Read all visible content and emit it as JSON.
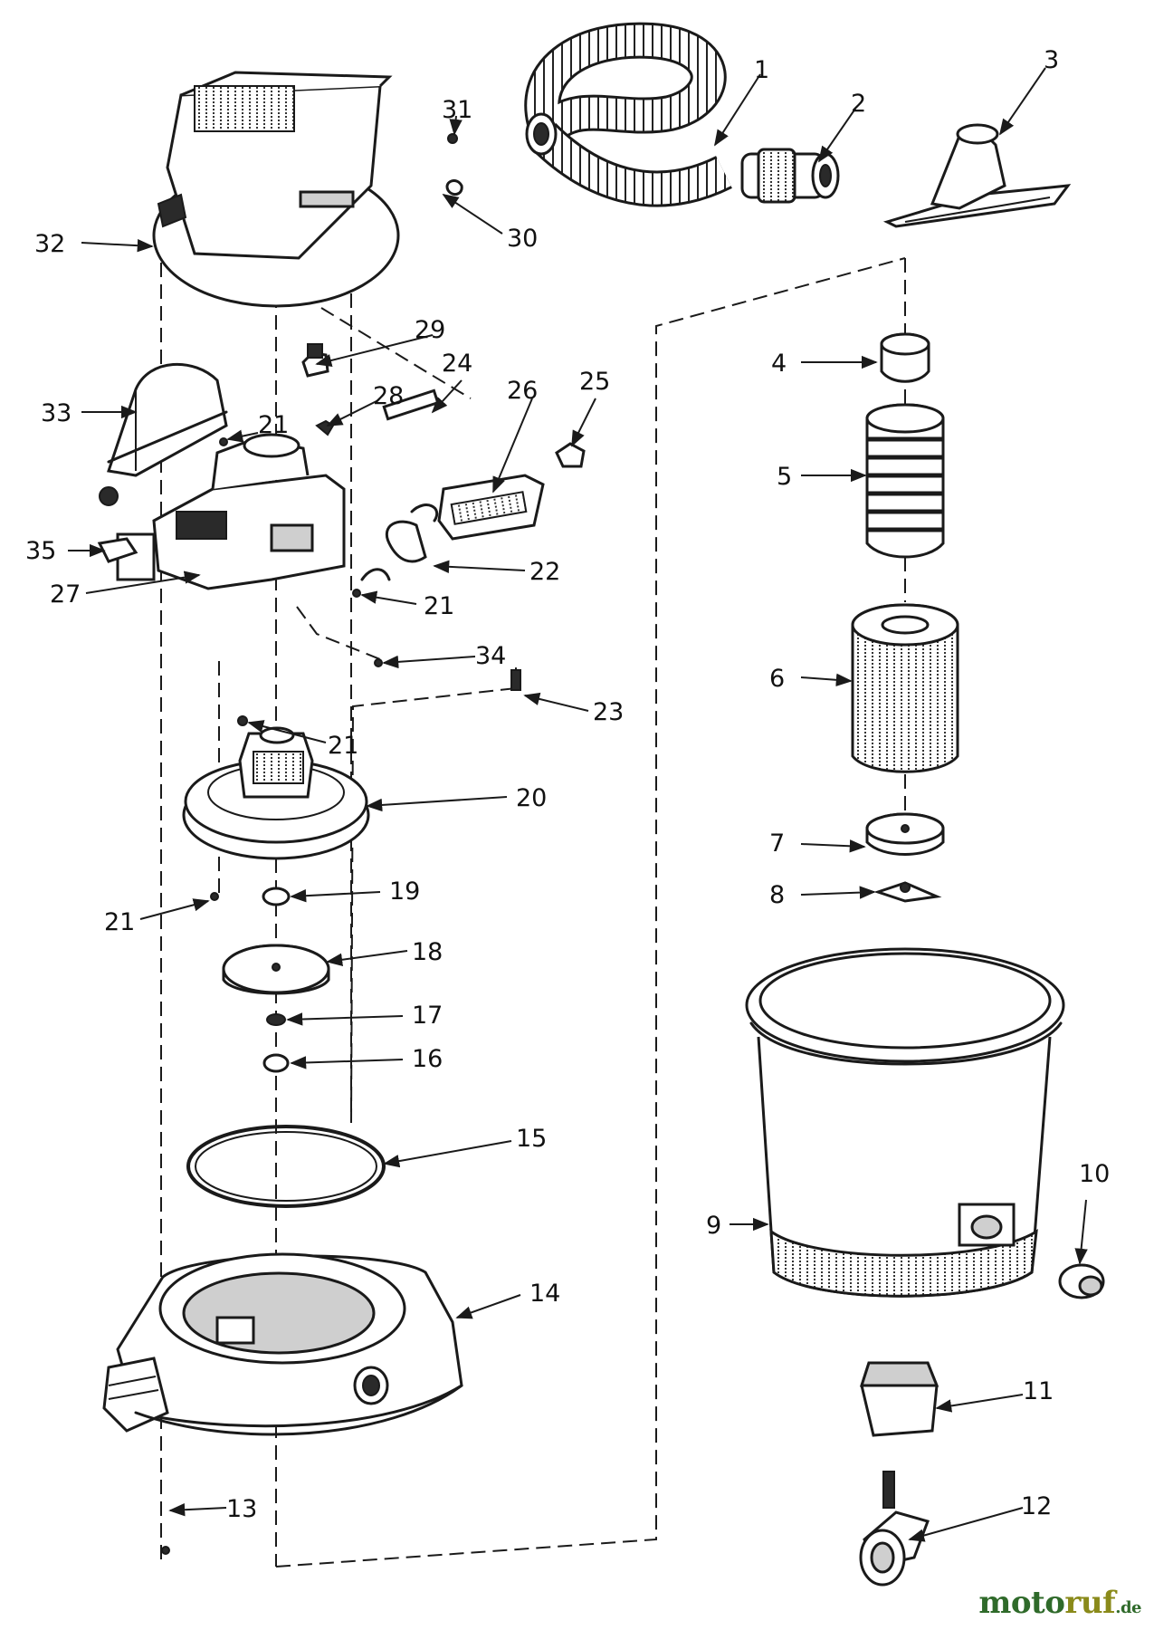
{
  "diagram": {
    "callouts": [
      "1",
      "2",
      "3",
      "4",
      "5",
      "6",
      "7",
      "8",
      "9",
      "10",
      "11",
      "12",
      "13",
      "14",
      "15",
      "16",
      "17",
      "18",
      "19",
      "20",
      "21",
      "22",
      "23",
      "24",
      "25",
      "26",
      "27",
      "28",
      "29",
      "30",
      "31",
      "32",
      "33",
      "34",
      "35"
    ],
    "repeat_callout_21": "21"
  },
  "watermark": {
    "part1": "moto",
    "part2": "ruf",
    "part3": ".de"
  }
}
